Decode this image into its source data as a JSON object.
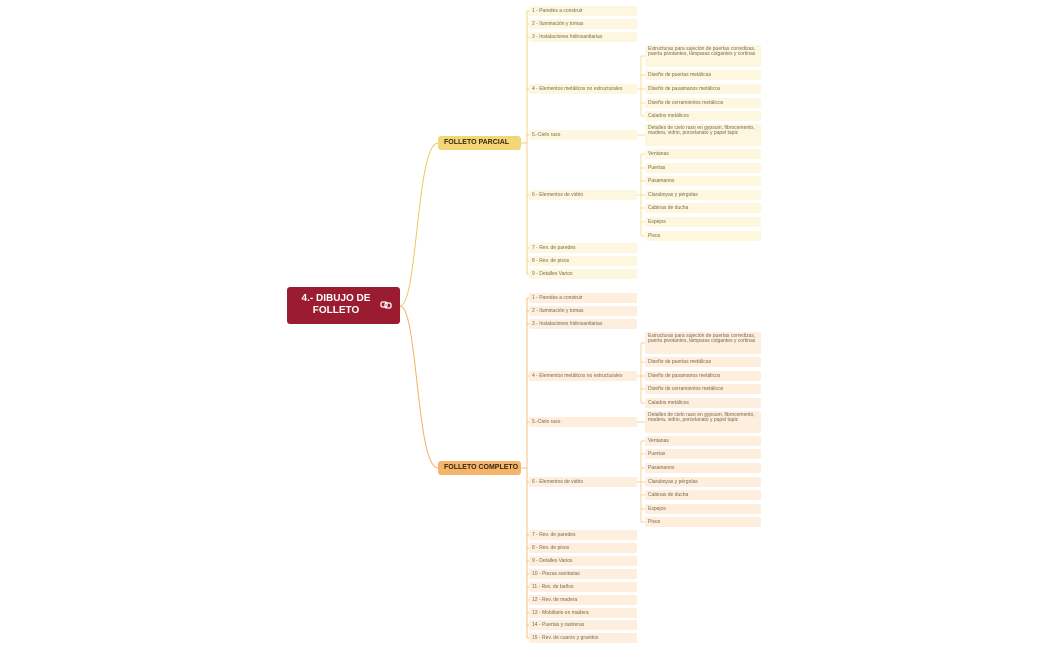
{
  "root": {
    "title": "4.- DIBUJO DE FOLLETO",
    "color": "#9b1b30",
    "icon": "link-icon"
  },
  "branches": [
    {
      "label": "FOLLETO PARCIAL",
      "color": "#f3d675",
      "line_color": "#f2c55c",
      "items": [
        {
          "label": "1 - Paredes a construir"
        },
        {
          "label": "2 - Iluminación y tomas"
        },
        {
          "label": "3 - Instalaciones hidrosanitarias"
        },
        {
          "label": "4 - Elementos metálicos no estructurales",
          "children": [
            "Estructuras para sujeción de puertas corredizas, puerta pivotantes, lámparas colgantes y cortinas",
            "Diseño de puertas metálicas",
            "Diseño de pasamanos metálicos",
            "Diseño de cerramientos metálicos",
            "Calados metálicos"
          ]
        },
        {
          "label": "5.-Cielo raso",
          "children": [
            "Detalles de cielo raso en gypsum, fibrocemento, madera, vidrio, porcelanato y papel tapiz"
          ]
        },
        {
          "label": "6 - Elementos de vidrio",
          "children": [
            "Ventanas",
            "Puertas",
            "Pasamanos",
            "Claraboyas y pérgolas",
            "Cabinas de ducha",
            "Espejos",
            "Pisos"
          ]
        },
        {
          "label": "7 - Rev. de paredes"
        },
        {
          "label": "8 - Rev. de pisos"
        },
        {
          "label": "9 - Detalles Varios"
        }
      ]
    },
    {
      "label": "FOLLETO COMPLETO",
      "color": "#f5b46a",
      "line_color": "#f3b060",
      "items": [
        {
          "label": "1 - Paredes a construir"
        },
        {
          "label": "2 - Iluminación y tomas"
        },
        {
          "label": "3 - Instalaciones hidrosanitarias"
        },
        {
          "label": "4 - Elementos metálicos no estructurales",
          "children": [
            "Estructuras para sujeción de puertas corredizas, puerta pivotantes, lámparas colgantes y cortinas",
            "Diseño de puertas metálicas",
            "Diseño de pasamanos metálicos",
            "Diseño de cerramientos metálicos",
            "Calados metálicos"
          ]
        },
        {
          "label": "5.-Cielo raso",
          "children": [
            "Detalles de cielo raso en gypsum, fibrocemento, madera, vidrio, porcelanato y papel tapiz"
          ]
        },
        {
          "label": "6 - Elementos de vidrio",
          "children": [
            "Ventanas",
            "Puertas",
            "Pasamanos",
            "Claraboyas y pérgolas",
            "Cabinas de ducha",
            "Espejos",
            "Pisos"
          ]
        },
        {
          "label": "7 - Rev. de paredes"
        },
        {
          "label": "8 - Rev. de pisos"
        },
        {
          "label": "9 - Detalles Varios"
        },
        {
          "label": "10 - Piezas sanitarias"
        },
        {
          "label": "11 - Rev. de baños"
        },
        {
          "label": "12 - Rev. de madera"
        },
        {
          "label": "13 - Mobiliario en madera"
        },
        {
          "label": "14 - Puertas y rastreras"
        },
        {
          "label": "15 - Rev. de cuarzo y granitos"
        }
      ]
    }
  ]
}
